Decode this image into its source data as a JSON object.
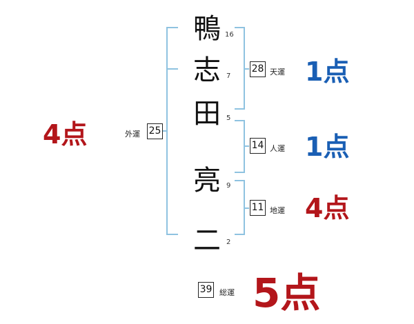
{
  "name_chars": [
    {
      "char": "鴨",
      "strokes": "16"
    },
    {
      "char": "志",
      "strokes": "7"
    },
    {
      "char": "田",
      "strokes": "5"
    },
    {
      "char": "亮",
      "strokes": "9"
    },
    {
      "char": "二",
      "strokes": "2"
    }
  ],
  "fortunes": {
    "tenkaku": {
      "label": "天運",
      "value": "28",
      "score": "1点"
    },
    "jinkaku": {
      "label": "人運",
      "value": "14",
      "score": "1点"
    },
    "chikaku": {
      "label": "地運",
      "value": "11",
      "score": "4点"
    },
    "gaikaku": {
      "label": "外運",
      "value": "25",
      "score": "4点"
    },
    "soukaku": {
      "label": "総運",
      "value": "39",
      "score": "5点"
    }
  },
  "colors": {
    "bracket": "#8ec2e0",
    "good": "#1a5fb4",
    "bad": "#b3161b"
  }
}
